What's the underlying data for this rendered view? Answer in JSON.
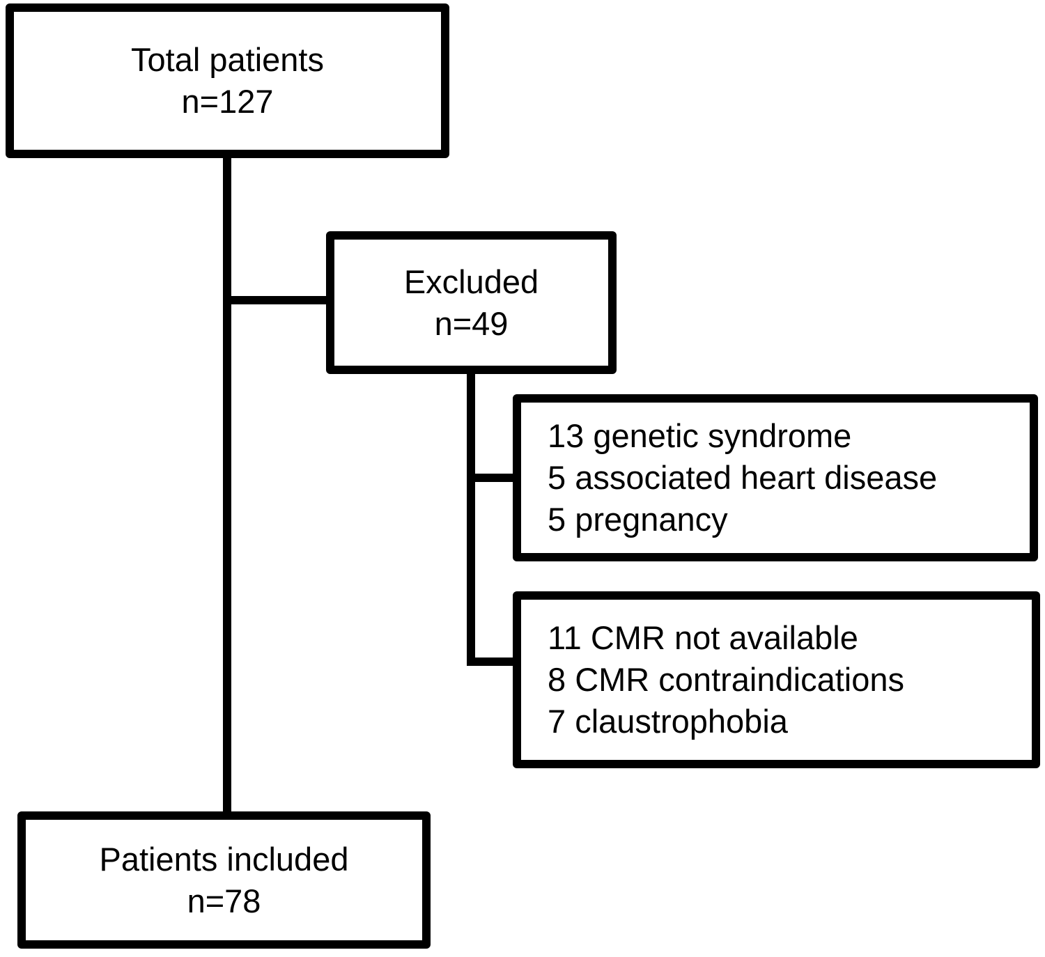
{
  "style": {
    "line_color": "#000000",
    "text_color": "#000000",
    "box_background": "#ffffff",
    "page_background": "#ffffff"
  },
  "flowchart": {
    "total_patients": {
      "label": "Total patients",
      "count": "n=127"
    },
    "excluded": {
      "label": "Excluded",
      "count": "n=49"
    },
    "exclusion_reasons_group1": {
      "lines": [
        "13 genetic syndrome",
        "5 associated heart disease",
        "5 pregnancy"
      ]
    },
    "exclusion_reasons_group2": {
      "lines": [
        "11 CMR not available",
        "8 CMR contraindications",
        "7 claustrophobia"
      ]
    },
    "patients_included": {
      "label": "Patients included",
      "count": "n=78"
    }
  }
}
